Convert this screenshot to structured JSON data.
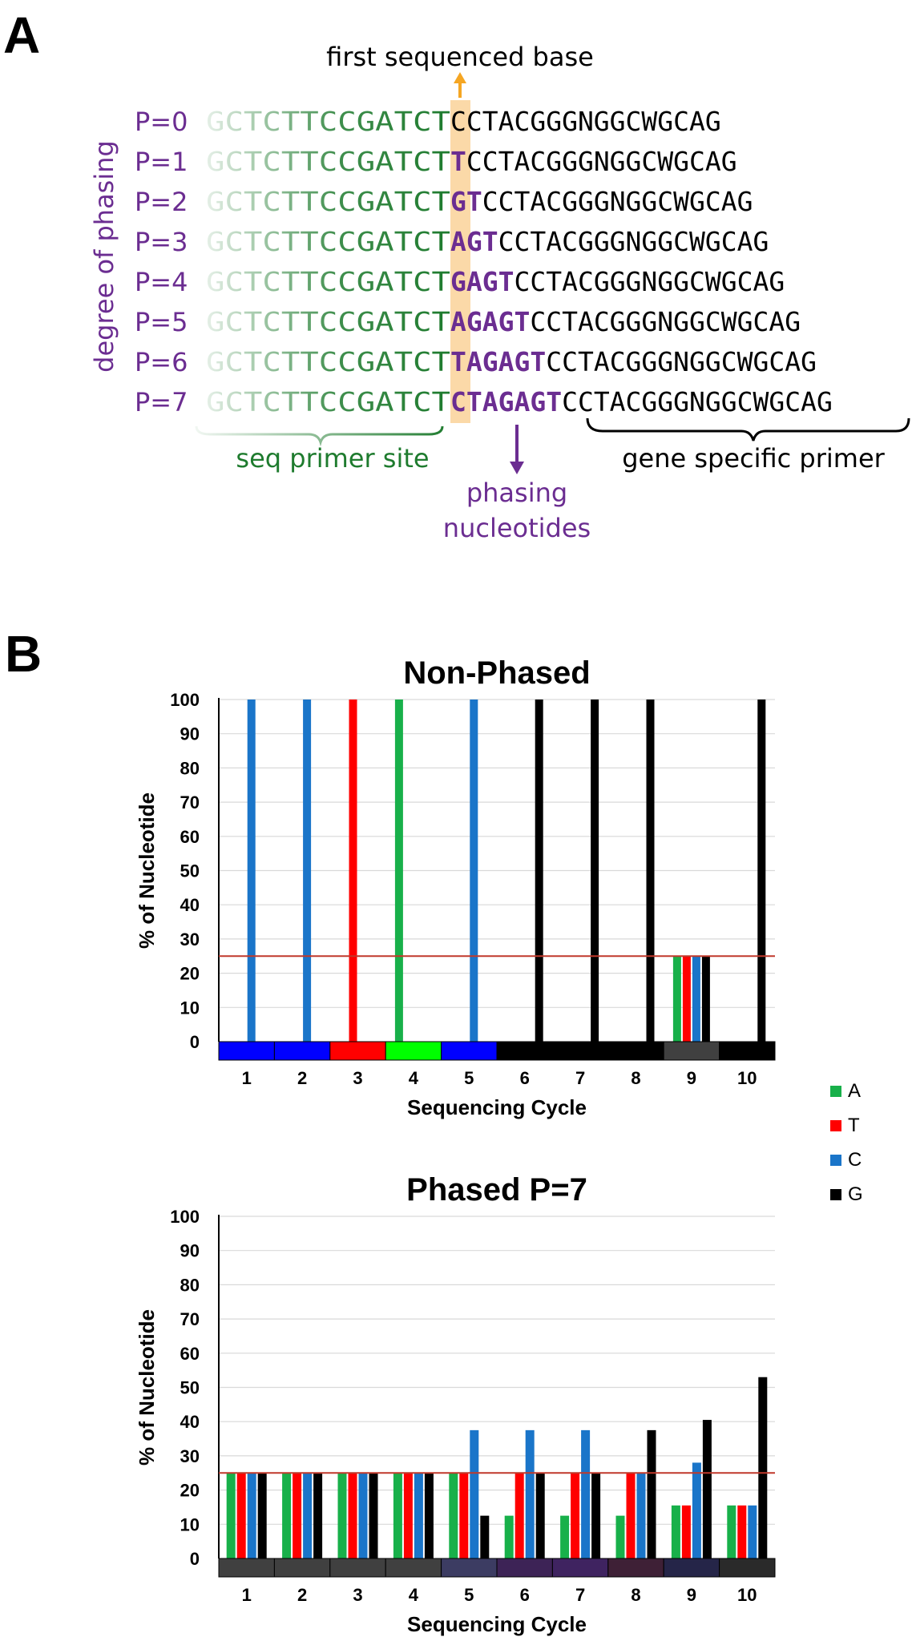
{
  "panels": {
    "a": "A",
    "b": "B"
  },
  "panel_a": {
    "top_label": "first sequenced base",
    "side_label": "degree of phasing",
    "rows": [
      {
        "p": "P=0",
        "primer": "GCTCTTCCGATCT",
        "phasing": "",
        "gene": "CCTACGGGNGGCWGCAG"
      },
      {
        "p": "P=1",
        "primer": "GCTCTTCCGATCT",
        "phasing": "T",
        "gene": "CCTACGGGNGGCWGCAG"
      },
      {
        "p": "P=2",
        "primer": "GCTCTTCCGATCT",
        "phasing": "GT",
        "gene": "CCTACGGGNGGCWGCAG"
      },
      {
        "p": "P=3",
        "primer": "GCTCTTCCGATCT",
        "phasing": "AGT",
        "gene": "CCTACGGGNGGCWGCAG"
      },
      {
        "p": "P=4",
        "primer": "GCTCTTCCGATCT",
        "phasing": "GAGT",
        "gene": "CCTACGGGNGGCWGCAG"
      },
      {
        "p": "P=5",
        "primer": "GCTCTTCCGATCT",
        "phasing": "AGAGT",
        "gene": "CCTACGGGNGGCWGCAG"
      },
      {
        "p": "P=6",
        "primer": "GCTCTTCCGATCT",
        "phasing": "TAGAGT",
        "gene": "CCTACGGGNGGCWGCAG"
      },
      {
        "p": "P=7",
        "primer": "GCTCTTCCGATCT",
        "phasing": "CTAGAGT",
        "gene": "CCTACGGGNGGCWGCAG"
      }
    ],
    "seq_primer_label": "seq primer site",
    "phasing_label_line1": "phasing",
    "phasing_label_line2": "nucleotides",
    "gene_primer_label": "gene specific primer",
    "colors": {
      "purple": "#6b2d91",
      "green": "#1e7b2e",
      "highlight": "#fbd9a8",
      "arrow": "#f5a623"
    }
  },
  "legend": [
    {
      "label": "A",
      "color": "#18b04a"
    },
    {
      "label": "T",
      "color": "#ff0000"
    },
    {
      "label": "C",
      "color": "#1a75c9"
    },
    {
      "label": "G",
      "color": "#000000"
    }
  ],
  "chart_data": [
    {
      "type": "bar",
      "title": "Non-Phased",
      "xlabel": "Sequencing Cycle",
      "ylabel": "% of Nucleotide",
      "ylim": [
        0,
        100
      ],
      "yticks": [
        0,
        10,
        20,
        30,
        40,
        50,
        60,
        70,
        80,
        90,
        100
      ],
      "categories": [
        "1",
        "2",
        "3",
        "4",
        "5",
        "6",
        "7",
        "8",
        "9",
        "10"
      ],
      "series": [
        {
          "name": "A",
          "values": [
            0,
            0,
            0,
            100,
            0,
            0,
            0,
            0,
            25,
            0
          ]
        },
        {
          "name": "T",
          "values": [
            0,
            0,
            100,
            0,
            0,
            0,
            0,
            0,
            25,
            0
          ]
        },
        {
          "name": "C",
          "values": [
            100,
            100,
            0,
            0,
            100,
            0,
            0,
            0,
            25,
            0
          ]
        },
        {
          "name": "G",
          "values": [
            0,
            0,
            0,
            0,
            0,
            100,
            100,
            100,
            25,
            100
          ]
        }
      ],
      "reference_line": 25,
      "reference_line_color": "#c0392b",
      "cycle_strip_colors": [
        "#0000ff",
        "#0000ff",
        "#ff0000",
        "#00ff00",
        "#0000ff",
        "#000000",
        "#000000",
        "#000000",
        "#404040",
        "#000000"
      ],
      "grid": true
    },
    {
      "type": "bar",
      "title": "Phased P=7",
      "xlabel": "Sequencing Cycle",
      "ylabel": "% of Nucleotide",
      "ylim": [
        0,
        100
      ],
      "yticks": [
        0,
        10,
        20,
        30,
        40,
        50,
        60,
        70,
        80,
        90,
        100
      ],
      "categories": [
        "1",
        "2",
        "3",
        "4",
        "5",
        "6",
        "7",
        "8",
        "9",
        "10"
      ],
      "series": [
        {
          "name": "A",
          "values": [
            25,
            25,
            25,
            25,
            25,
            12.5,
            12.5,
            12.5,
            15.5,
            15.5
          ]
        },
        {
          "name": "T",
          "values": [
            25,
            25,
            25,
            25,
            25,
            25,
            25,
            25,
            15.5,
            15.5
          ]
        },
        {
          "name": "C",
          "values": [
            25,
            25,
            25,
            25,
            37.5,
            37.5,
            37.5,
            25,
            28,
            15.5
          ]
        },
        {
          "name": "G",
          "values": [
            25,
            25,
            25,
            25,
            12.5,
            25,
            25,
            37.5,
            40.5,
            53
          ]
        }
      ],
      "reference_line": 25,
      "reference_line_color": "#c0392b",
      "cycle_strip_colors": [
        "#404040",
        "#404040",
        "#404040",
        "#404040",
        "#3c3c62",
        "#3d2356",
        "#3f2360",
        "#3e2036",
        "#252548",
        "#2a2a2a"
      ],
      "grid": true
    }
  ]
}
